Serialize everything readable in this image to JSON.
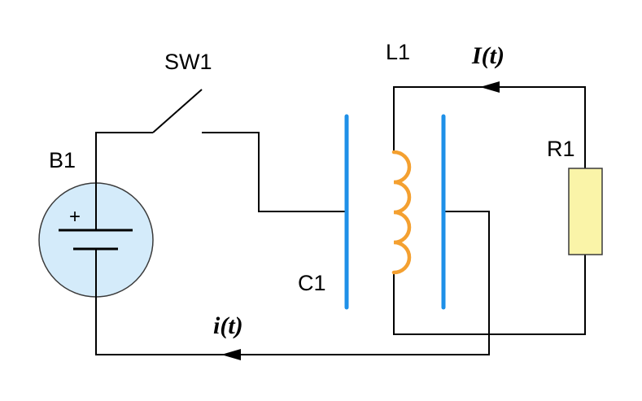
{
  "labels": {
    "switch": "SW1",
    "battery": "B1",
    "inductor": "L1",
    "capacitor": "C1",
    "resistor": "R1",
    "current_upper": "I(t)",
    "current_lower": "i(t)",
    "battery_plus": "+"
  },
  "colors": {
    "wire": "#000000",
    "capacitor": "#1E90E8",
    "inductor": "#F4A030",
    "resistor_fill": "#FAF4A8",
    "resistor_stroke": "#3A3A3A",
    "battery_fill": "#D4EBFA",
    "battery_stroke": "#3A3A3A"
  }
}
